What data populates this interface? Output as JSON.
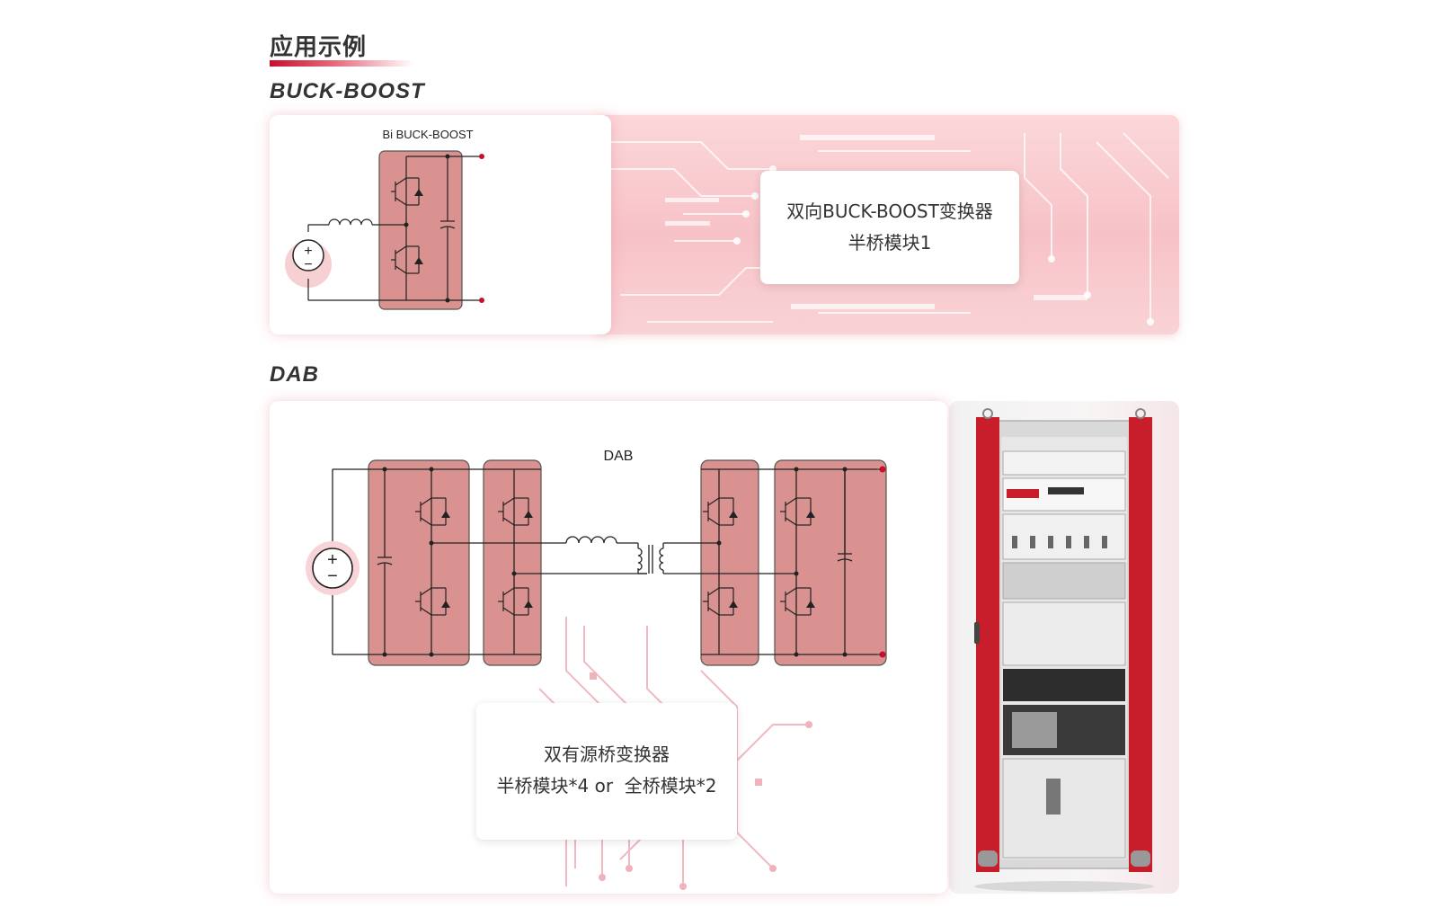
{
  "page": {
    "title": "应用示例"
  },
  "sections": {
    "buck_boost": {
      "heading": "BUCK-BOOST",
      "diagram_title": "Bi BUCK-BOOST",
      "info_line1": "双向BUCK-BOOST变换器",
      "info_line2": "半桥模块1"
    },
    "dab": {
      "heading": "DAB",
      "diagram_title": "DAB",
      "info_line1": "双有源桥变换器",
      "info_line2": "半桥模块*4 or  全桥模块*2"
    }
  },
  "symbols": {
    "plus": "+",
    "minus": "−"
  },
  "colors": {
    "accent": "#c8102e",
    "module_fill": "#d9928f",
    "pink_bg": "#f7c2c7",
    "cabinet_red": "#c81e2c"
  }
}
